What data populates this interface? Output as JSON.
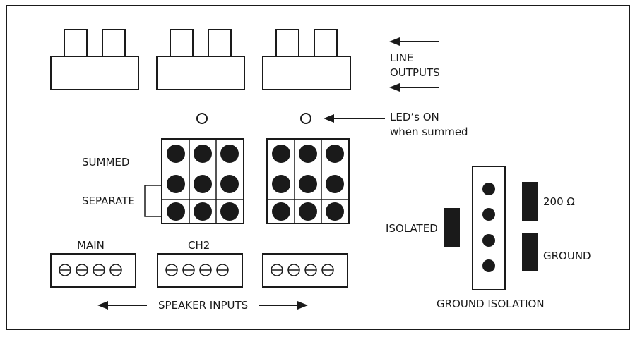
{
  "labels": {
    "line_outputs_1": "LINE",
    "line_outputs_2": "OUTPUTS",
    "leds_1": "LED’s ON",
    "leds_2": "when summed",
    "summed": "SUMMED",
    "separate": "SEPARATE",
    "main": "MAIN",
    "ch2": "CH2",
    "speaker_inputs": "SPEAKER INPUTS",
    "isolated": "ISOLATED",
    "ohm": "200 Ω",
    "ground": "GROUND",
    "ground_isolation": "GROUND ISOLATION"
  },
  "colors": {
    "ink": "#1a1a1a",
    "background": "#ffffff"
  }
}
